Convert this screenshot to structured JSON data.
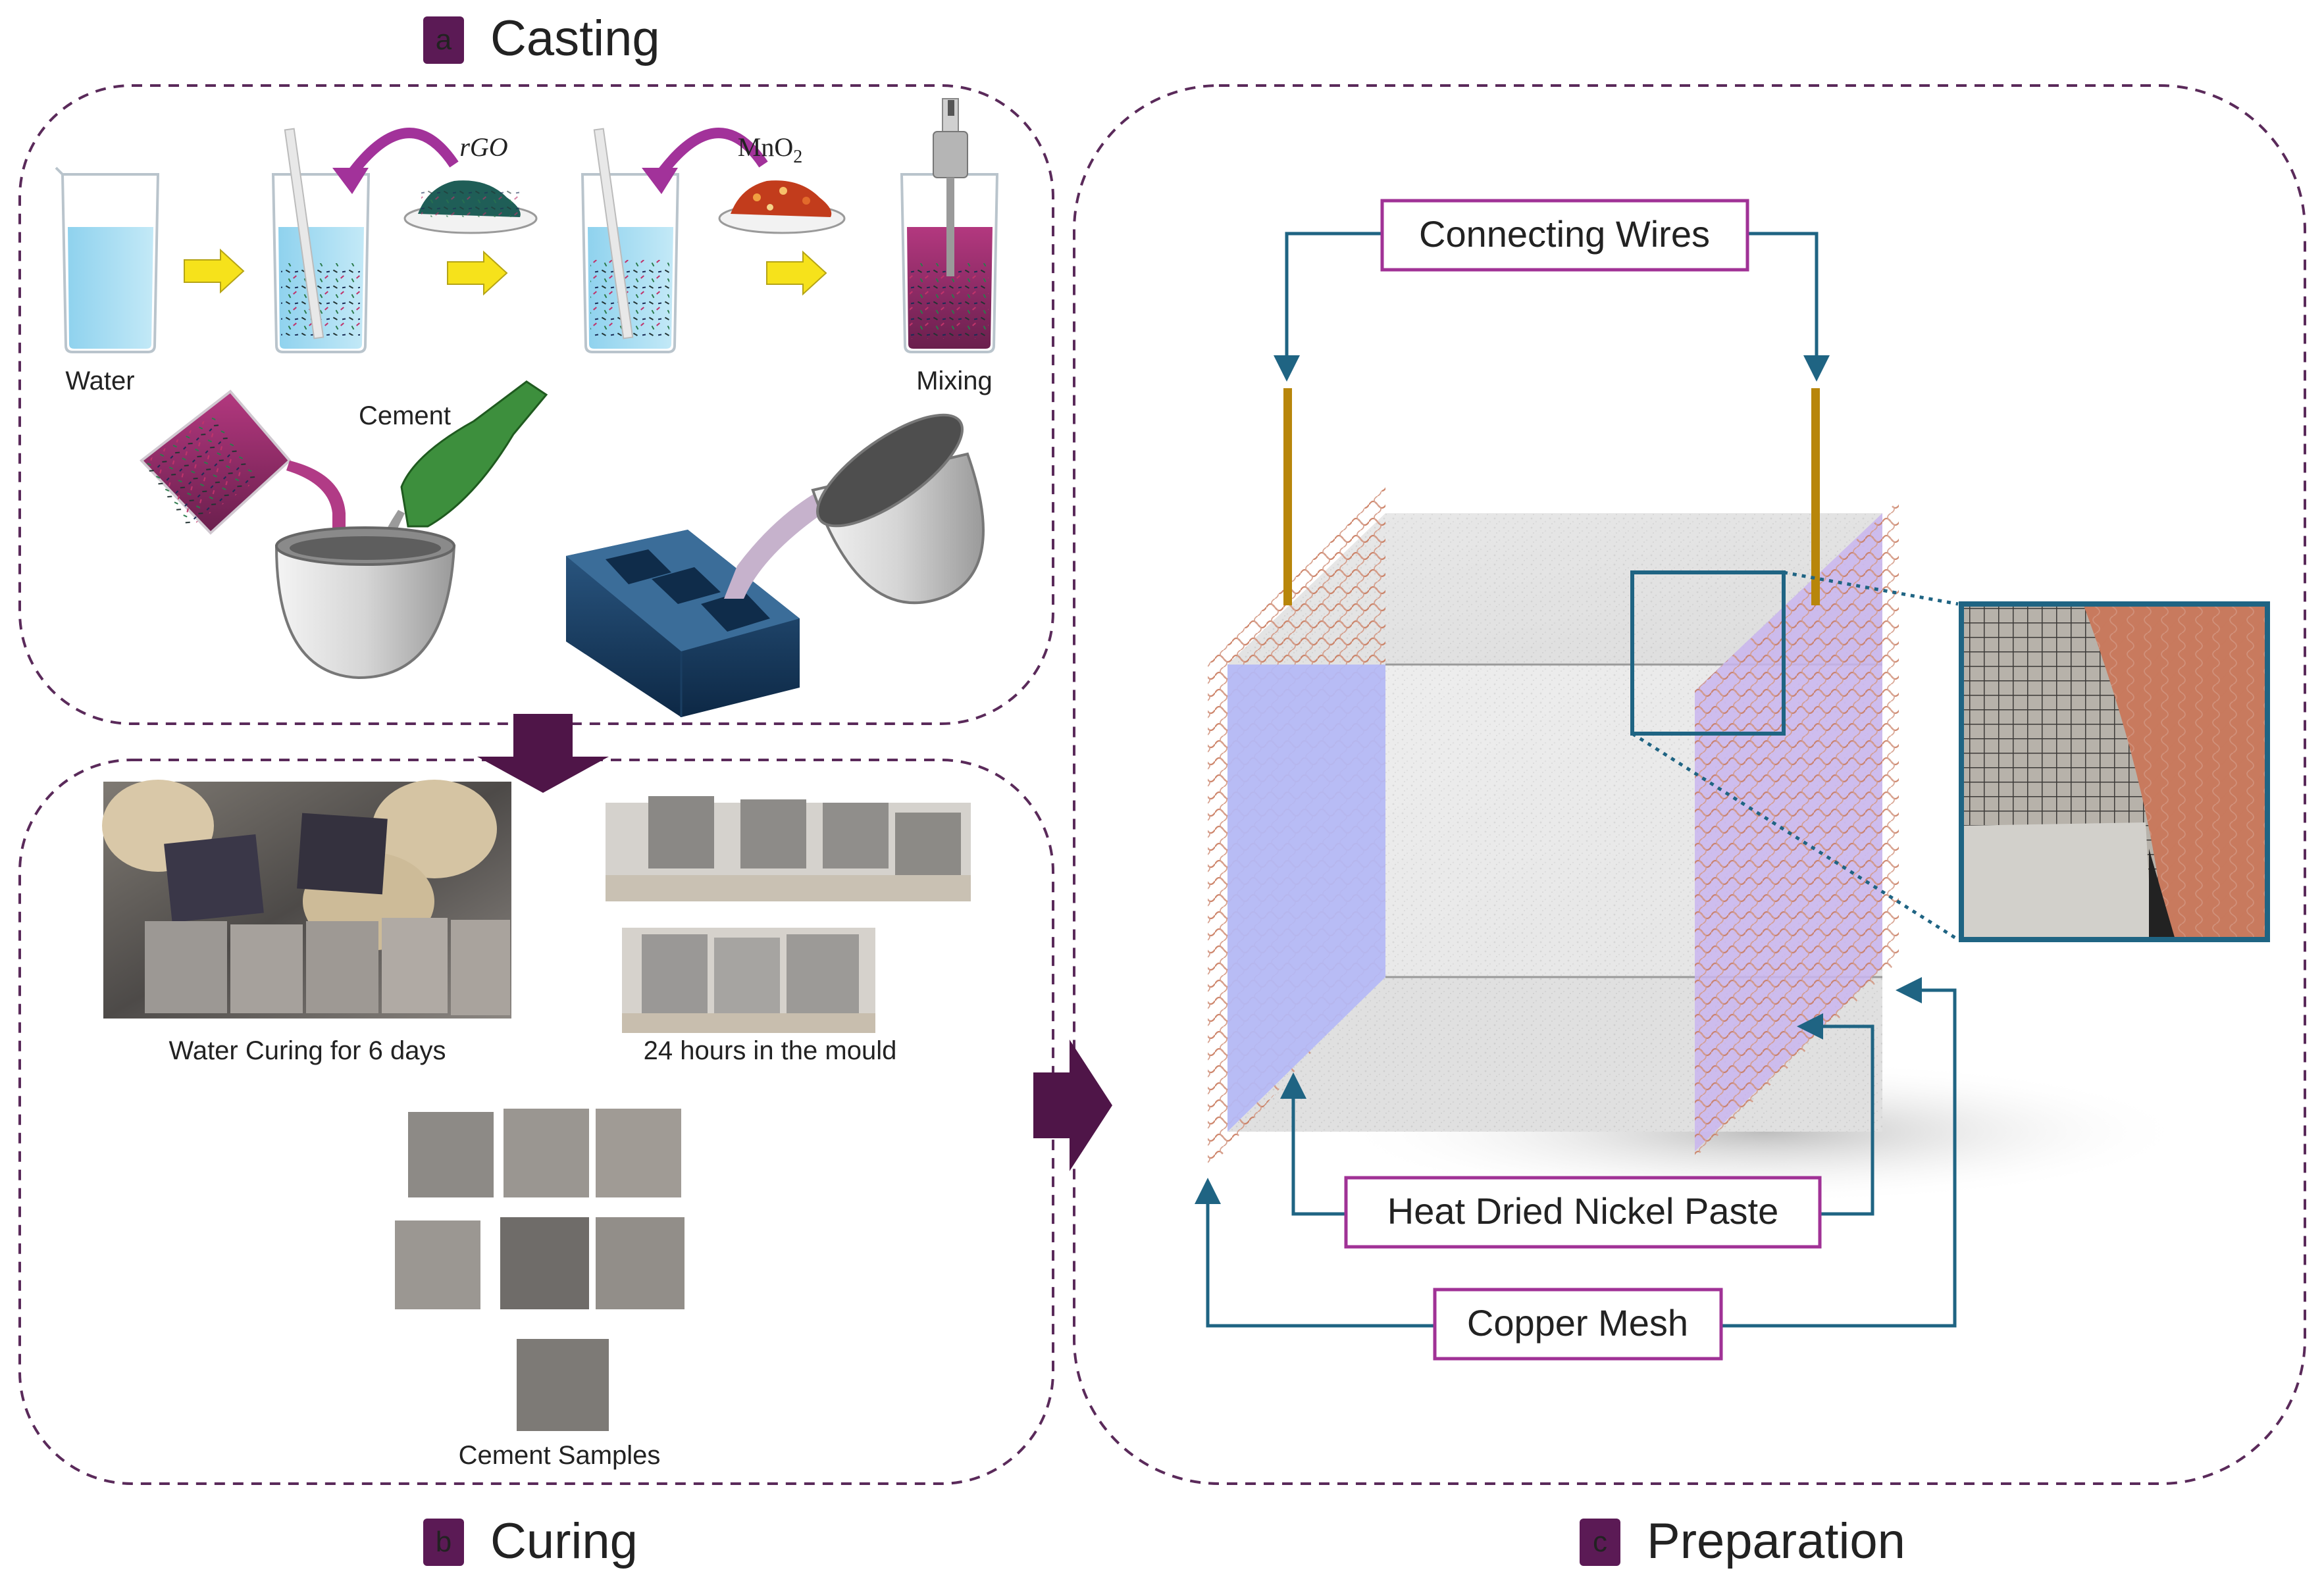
{
  "panels": {
    "a": {
      "letter": "a",
      "title": "Casting"
    },
    "b": {
      "letter": "b",
      "title": "Curing"
    },
    "c": {
      "letter": "c",
      "title": "Preparation"
    }
  },
  "casting": {
    "water_label": "Water",
    "rgo_label": "rGO",
    "mno2_label": "MnO",
    "mno2_sub": "2",
    "mixing_label": "Mixing",
    "cement_label": "Cement"
  },
  "curing": {
    "water_curing_caption": "Water Curing for 6 days",
    "mould_caption": "24 hours in the mould",
    "samples_caption": "Cement Samples"
  },
  "preparation": {
    "connecting_wires": "Connecting Wires",
    "nickel_paste": "Heat Dried Nickel Paste",
    "copper_mesh": "Copper Mesh"
  },
  "colors": {
    "panel_border": "#5a2a5a",
    "badge": "#5b1a55",
    "big_arrow": "#4f1548",
    "label_box_border": "#a03296",
    "connector": "#1f6483",
    "water": "#a6dcf0",
    "nickel_paste": "#b4b8f4",
    "copper": "#c87a5e",
    "yellow_arrow": "#f6e21b"
  }
}
